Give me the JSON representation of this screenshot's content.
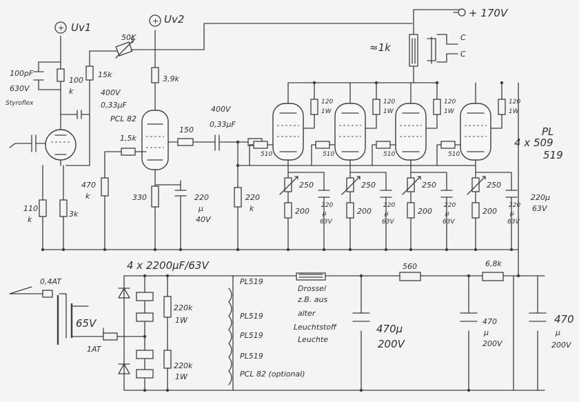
{
  "supplies": {
    "uv1": "Uv1",
    "uv2": "Uv2",
    "hv": "+ 170V",
    "plus": "+"
  },
  "input_stage": {
    "c_in": "100pF",
    "c_in_v": "630V",
    "c_in_type": "Styroflex",
    "r1": "100",
    "r1_unit": "k",
    "r2": "15k",
    "r3": "470",
    "r3_unit": "k",
    "r4": "110",
    "r4_unit": "k",
    "r5": "3k"
  },
  "driver": {
    "pot": "50K",
    "r_anode": "3,9k",
    "c_coupling_v": "400V",
    "c_coupling": "0,33µF",
    "tube": "PCL 82",
    "r_grid": "1,5k",
    "r_series": "150",
    "r_cath": "330",
    "c_cath": "220",
    "c_cath_u": "µ",
    "c_cath_v": "40V",
    "c_out_v": "400V",
    "c_out": "0,33µF",
    "r_g_leak": "220",
    "r_g_leak_u": "k"
  },
  "output_stage": {
    "choke": "≈1k",
    "tube_type_line1": "PL",
    "tube_type_line2": "4 x 509",
    "tube_type_line3": "519",
    "r_g2": "120",
    "r_g2_u": "1W",
    "r_grid": "510",
    "pot": "250",
    "r_cath": "200",
    "c_cath": "220",
    "c_cath_u": "µ",
    "c_cath_v": "63V",
    "c_out": "220µ",
    "c_out_v": "63V",
    "c_out_u": "C"
  },
  "power_supply": {
    "caps_label": "4 x 2200µF/63V",
    "fuse1": "0,4AT",
    "fuse2": "1AT",
    "voltage": "65V",
    "r_bleed": "220k",
    "r_bleed_w": "1W",
    "heaters": [
      "PL519",
      "PL519",
      "PL519",
      "PL519",
      "PCL 82 (optional)"
    ],
    "choke_note": [
      "Drossel",
      "z.B. aus",
      "alter",
      "Leuchtstoff",
      "Leuchte"
    ],
    "r1": "560",
    "r2": "6,8k",
    "c1": "470µ",
    "c1_v": "200V",
    "c2": "470",
    "c2_u": "µ",
    "c2_v": "200V",
    "c3": "470",
    "c3_u": "µ",
    "c3_v": "200V"
  }
}
